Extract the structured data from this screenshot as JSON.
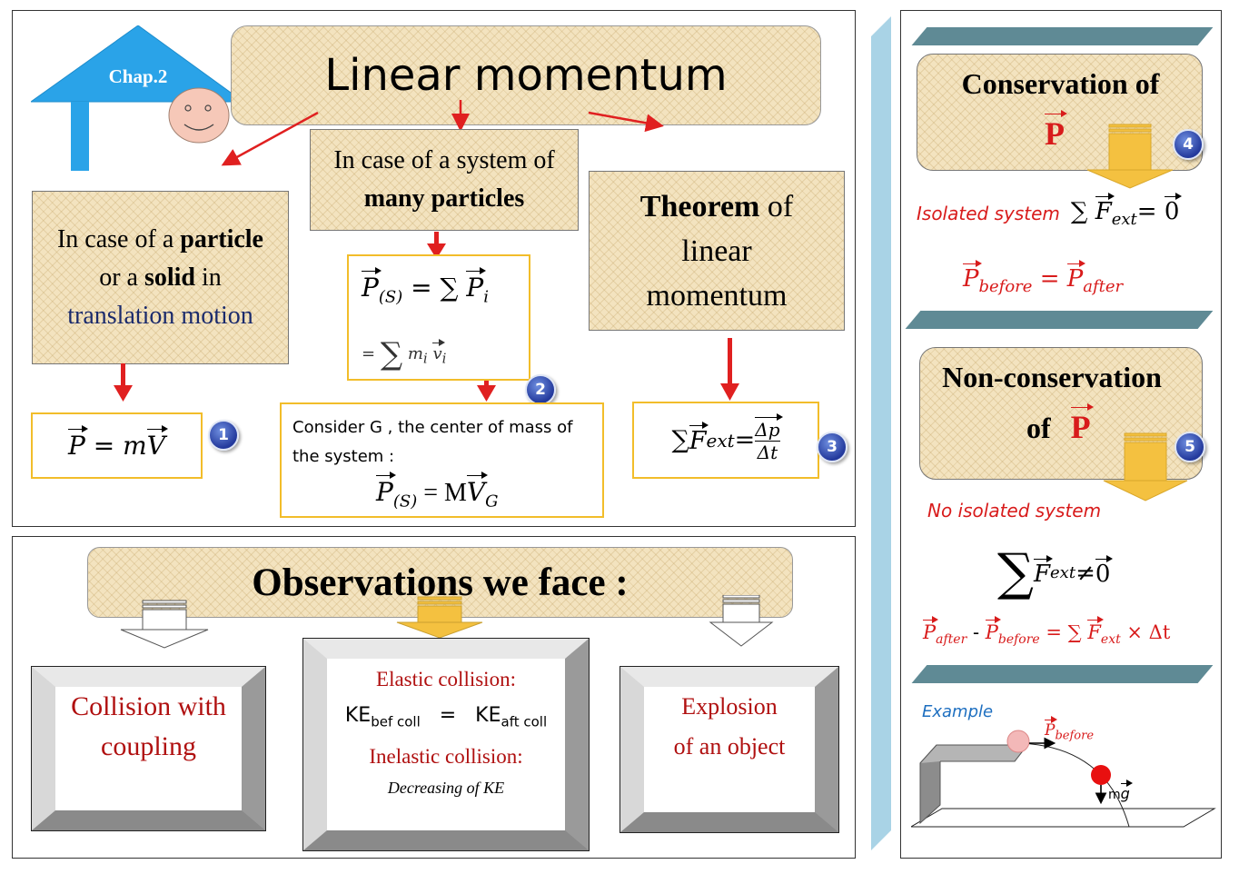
{
  "header": {
    "chapter": "Chap.2",
    "title": "Linear momentum"
  },
  "cases": {
    "particle": {
      "l1a": "In case of a ",
      "l1b": "particle",
      "l2a": "or a ",
      "l2b": "solid",
      "l2c": " in",
      "l3": "translation motion"
    },
    "system": {
      "l1": "In case of a system of",
      "l2": "many particles"
    },
    "theorem": {
      "l1a": "Theorem",
      "l1b": " of",
      "l2": "linear",
      "l3": "momentum"
    }
  },
  "formulas": {
    "f1": {
      "lhs": "P",
      "eq": " = ",
      "rhs_m": "m",
      "rhs_v": "V"
    },
    "f2": {
      "lhs": "P",
      "lhs_sub": "(S)",
      "eq": " = ∑ ",
      "rhs": "P",
      "rhs_sub": "i",
      "l2_eq": "= ",
      "l2_sum": "∑",
      "l2_m": "m",
      "l2_i": "i",
      "l2_v": "v",
      "l2_vi": "i"
    },
    "cm": {
      "text": "Consider  G , the center of mass of the system :",
      "lhs": "P",
      "lhs_sub": "(S)",
      "eq": " = M",
      "rhs": "V",
      "rhs_sub": "G"
    },
    "f3": {
      "sum": "∑",
      "F": "F",
      "F_sub": "ext",
      "eq": "=",
      "num": "Δp",
      "den": "Δt"
    }
  },
  "badges": [
    "1",
    "2",
    "3",
    "4",
    "5"
  ],
  "observations": {
    "title": "Observations we face :",
    "coupling": {
      "l1": "Collision with",
      "l2": "coupling"
    },
    "collisions": {
      "elastic": "Elastic collision:",
      "ke": "KE",
      "ke_bef": "bef coll",
      "eq": "=",
      "ke_aft": "aft coll",
      "inelastic": "Inelastic collision:",
      "decreasing": "Decreasing of KE"
    },
    "explosion": {
      "l1": "Explosion",
      "l2": "of an object"
    }
  },
  "right": {
    "conservation": {
      "title": "Conservation of",
      "P": "P",
      "isolated": "Isolated system",
      "sum": "∑",
      "F": "F",
      "F_sub": "ext",
      "eq0": "= ",
      "zero": "0",
      "p_before": "P",
      "before_sub": "before",
      "eq": " = ",
      "p_after": "P",
      "after_sub": "after"
    },
    "nonconservation": {
      "title": "Non-conservation",
      "of": "of",
      "P": "P",
      "not_isolated": "No isolated system",
      "sum": "∑",
      "F": "F",
      "F_sub": "ext",
      "neq": " ≠ ",
      "zero": "0",
      "pa": "P",
      "pa_sub": "after",
      "minus": " - ",
      "pb": "P",
      "pb_sub": "before",
      "eq": " = ∑ ",
      "F2": "F",
      "F2_sub": "ext",
      "times": " × Δt"
    },
    "example": {
      "label": "Example",
      "p_before": "P",
      "p_before_sub": "before",
      "mg_m": "m",
      "mg_g": "g"
    }
  },
  "colors": {
    "blue_arrow": "#2aa3e8",
    "red": "#d81b1b",
    "yellow_border": "#f2bd2a",
    "badge": "#23399c",
    "dark_red_text": "#b01010",
    "navy_text": "#1a2a6c",
    "stripe": "#5f8a95"
  }
}
